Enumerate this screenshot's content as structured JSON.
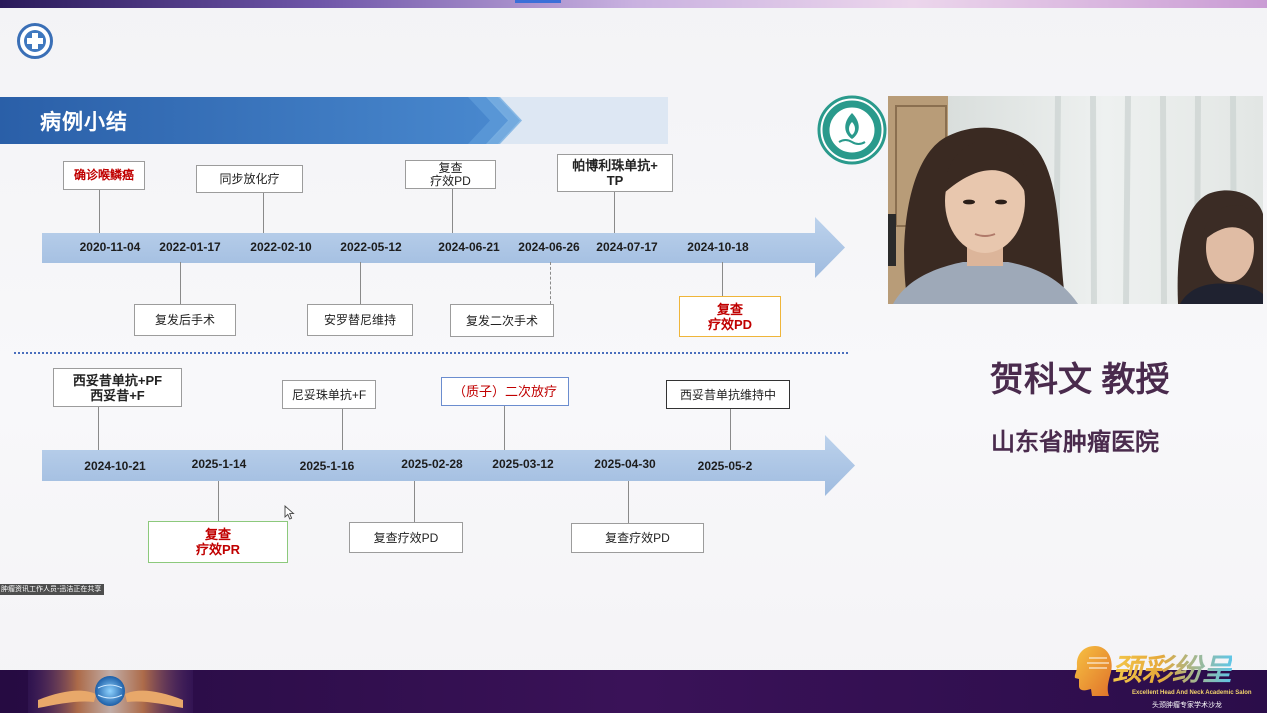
{
  "window": {
    "share_status": "肿瘤资讯工作人员-迅洁正在共享"
  },
  "slide": {
    "title": "病例小结",
    "timeline1": {
      "dates": [
        "2020-11-04",
        "2022-01-17",
        "2022-02-10",
        "2022-05-12",
        "2024-06-21",
        "2024-06-26",
        "2024-07-17",
        "2024-10-18"
      ],
      "above": [
        {
          "lines": [
            "确诊喉鳞癌"
          ]
        },
        {
          "lines": [
            "同步放化疗"
          ]
        },
        {
          "lines": [
            "复查",
            "疗效PD"
          ]
        },
        {
          "lines": [
            "帕博利珠单抗+",
            "TP"
          ]
        }
      ],
      "below": [
        {
          "lines": [
            "复发后手术"
          ]
        },
        {
          "lines": [
            "安罗替尼维持"
          ]
        },
        {
          "lines": [
            "复发二次手术"
          ]
        },
        {
          "lines": [
            "复查",
            "疗效PD"
          ]
        }
      ]
    },
    "timeline2": {
      "dates": [
        "2024-10-21",
        "2025-1-14",
        "2025-1-16",
        "2025-02-28",
        "2025-03-12",
        "2025-04-30",
        "2025-05-2"
      ],
      "above": [
        {
          "lines": [
            "西妥昔单抗+PF",
            "西妥昔+F"
          ]
        },
        {
          "lines": [
            "尼妥珠单抗+F"
          ]
        },
        {
          "lines": [
            "（质子）二次放疗"
          ]
        },
        {
          "lines": [
            "西妥昔单抗维持中"
          ]
        }
      ],
      "below": [
        {
          "lines": [
            "复查",
            "疗效PR"
          ]
        },
        {
          "lines": [
            "复查疗效PD"
          ]
        },
        {
          "lines": [
            "复查疗效PD"
          ]
        }
      ]
    }
  },
  "speaker": {
    "name": "贺科文 教授",
    "affiliation": "山东省肿瘤医院"
  },
  "footer": {
    "brand": "颈彩纷呈",
    "brand_en": "Excellent Head And Neck Academic Salon",
    "brand_cn": "头颈肿瘤专家学术沙龙"
  },
  "icons": {
    "top_left": "hospital-cross-logo",
    "header_right": "cancer-hospital-logo",
    "footer_left": "hands-globe-banner",
    "footer_right": "head-silhouette-logo",
    "pointer": "mouse-pointer"
  },
  "colors": {
    "accent_blue": "#2f6cb5",
    "timeline_arrow": "#adc6e4",
    "alert_red": "#c00000",
    "speaker_text": "#4a2b4d",
    "highlight_yellow": "#efb53a",
    "highlight_green": "#8cc97c",
    "highlight_blue": "#6b8dcf"
  }
}
